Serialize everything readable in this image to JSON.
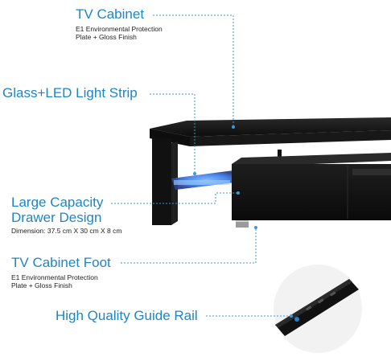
{
  "callouts": {
    "cabinet": {
      "title": "TV Cabinet",
      "desc_line1": "E1 Environmental Protection",
      "desc_line2": "Plate + Gloss Finish"
    },
    "led": {
      "title": "Glass+LED Light Strip"
    },
    "drawer": {
      "title_line1": "Large Capacity",
      "title_line2": "Drawer Design",
      "dimension": "Dimension: 37.5 cm X 30 cm X 8 cm"
    },
    "foot": {
      "title": "TV Cabinet Foot",
      "desc_line1": "E1 Environmental Protection",
      "desc_line2": "Plate + Gloss Finish"
    },
    "rail": {
      "title": "High Quality Guide Rail"
    }
  },
  "colors": {
    "label_blue": "#1c86c8",
    "leader_blue": "#3a9ad9",
    "cabinet_black": "#151515",
    "led_blue": "#2f7fff"
  }
}
